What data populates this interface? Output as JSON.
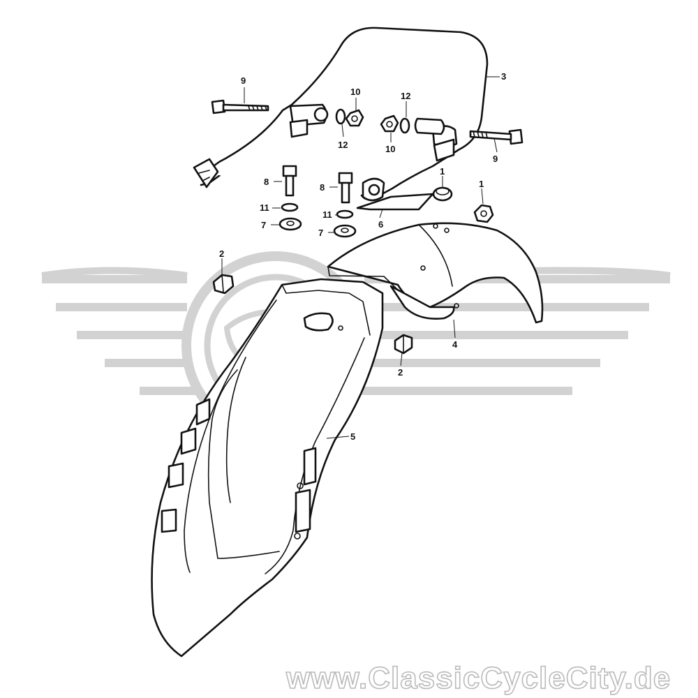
{
  "watermark": {
    "text": "www.ClassicCycleCity.de"
  },
  "callouts": [
    {
      "id": "c9a",
      "text": "9"
    },
    {
      "id": "c10a",
      "text": "10"
    },
    {
      "id": "c12a",
      "text": "12"
    },
    {
      "id": "c12b",
      "text": "12"
    },
    {
      "id": "c10b",
      "text": "10"
    },
    {
      "id": "c3",
      "text": "3"
    },
    {
      "id": "c9b",
      "text": "9"
    },
    {
      "id": "c8a",
      "text": "8"
    },
    {
      "id": "c8b",
      "text": "8"
    },
    {
      "id": "c1a",
      "text": "1"
    },
    {
      "id": "c1b",
      "text": "1"
    },
    {
      "id": "c11a",
      "text": "11"
    },
    {
      "id": "c11b",
      "text": "11"
    },
    {
      "id": "c6",
      "text": "6"
    },
    {
      "id": "c7a",
      "text": "7"
    },
    {
      "id": "c7b",
      "text": "7"
    },
    {
      "id": "c2a",
      "text": "2"
    },
    {
      "id": "c4",
      "text": "4"
    },
    {
      "id": "c2b",
      "text": "2"
    },
    {
      "id": "c5",
      "text": "5"
    }
  ]
}
